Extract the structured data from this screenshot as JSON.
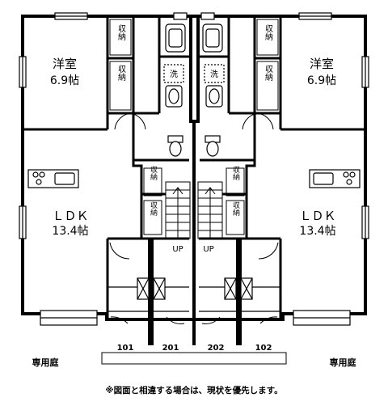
{
  "rooms": {
    "left_bedroom": {
      "name": "洋室",
      "size": "6.9帖"
    },
    "right_bedroom": {
      "name": "洋室",
      "size": "6.9帖"
    },
    "left_ldk": {
      "name": "ＬＤＫ",
      "size": "13.4帖"
    },
    "right_ldk": {
      "name": "ＬＤＫ",
      "size": "13.4帖"
    }
  },
  "storage_label": "収納",
  "washer_label": "洗",
  "stairs_label": "UP",
  "units": [
    "101",
    "201",
    "202",
    "102"
  ],
  "garden_label": "専用庭",
  "note": "※図面と相違する場合は、現状を優先します。"
}
